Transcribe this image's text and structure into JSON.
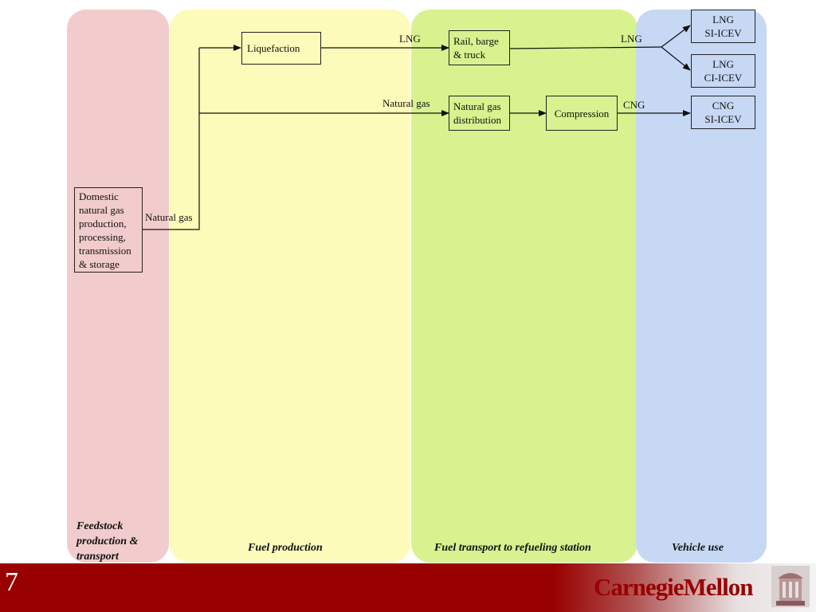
{
  "lanes": {
    "feedstock": {
      "label": "Feedstock production & transport",
      "color": "#f2cccc"
    },
    "fuel_production": {
      "label": "Fuel production",
      "color": "#fdfbba"
    },
    "fuel_transport": {
      "label": "Fuel transport to refueling station",
      "color": "#d7f28e"
    },
    "vehicle_use": {
      "label": "Vehicle use",
      "color": "#c6d8f4"
    }
  },
  "boxes": {
    "domestic": {
      "line1": "Domestic",
      "line2": "natural gas",
      "line3": "production,",
      "line4": "processing,",
      "line5": "transmission",
      "line6": "& storage"
    },
    "liquefaction": "Liquefaction",
    "rail": {
      "line1": "Rail, barge",
      "line2": "& truck"
    },
    "ng_distribution": {
      "line1": "Natural gas",
      "line2": "distribution"
    },
    "compression": "Compression",
    "lng_si": {
      "line1": "LNG",
      "line2": "SI-ICEV"
    },
    "lng_ci": {
      "line1": "LNG",
      "line2": "CI-ICEV"
    },
    "cng_si": {
      "line1": "CNG",
      "line2": "SI-ICEV"
    }
  },
  "flow_labels": {
    "natural_gas_out": "Natural gas",
    "lng_1": "LNG",
    "lng_2": "LNG",
    "natural_gas_2": "Natural gas",
    "cng": "CNG"
  },
  "footer": {
    "slide_number": "7",
    "logo": "CarnegieMellon"
  }
}
